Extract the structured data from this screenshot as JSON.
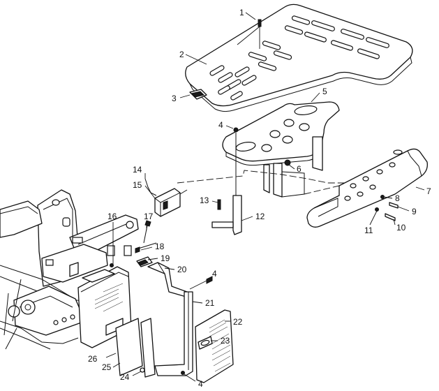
{
  "diagram": {
    "callouts": [
      {
        "id": "c1",
        "label": "1"
      },
      {
        "id": "c2",
        "label": "2"
      },
      {
        "id": "c3",
        "label": "3"
      },
      {
        "id": "c4a",
        "label": "4"
      },
      {
        "id": "c5",
        "label": "5"
      },
      {
        "id": "c6",
        "label": "6"
      },
      {
        "id": "c7",
        "label": "7"
      },
      {
        "id": "c8",
        "label": "8"
      },
      {
        "id": "c9",
        "label": "9"
      },
      {
        "id": "c10",
        "label": "10"
      },
      {
        "id": "c11",
        "label": "11"
      },
      {
        "id": "c12",
        "label": "12"
      },
      {
        "id": "c13",
        "label": "13"
      },
      {
        "id": "c14",
        "label": "14"
      },
      {
        "id": "c15",
        "label": "15"
      },
      {
        "id": "c16",
        "label": "16"
      },
      {
        "id": "c17",
        "label": "17"
      },
      {
        "id": "c18",
        "label": "18"
      },
      {
        "id": "c19",
        "label": "19"
      },
      {
        "id": "c20",
        "label": "20"
      },
      {
        "id": "c4b",
        "label": "4"
      },
      {
        "id": "c21",
        "label": "21"
      },
      {
        "id": "c22",
        "label": "22"
      },
      {
        "id": "c23",
        "label": "23"
      },
      {
        "id": "c24",
        "label": "24"
      },
      {
        "id": "c25",
        "label": "25"
      },
      {
        "id": "c26",
        "label": "26"
      },
      {
        "id": "c4c",
        "label": "4"
      }
    ]
  }
}
